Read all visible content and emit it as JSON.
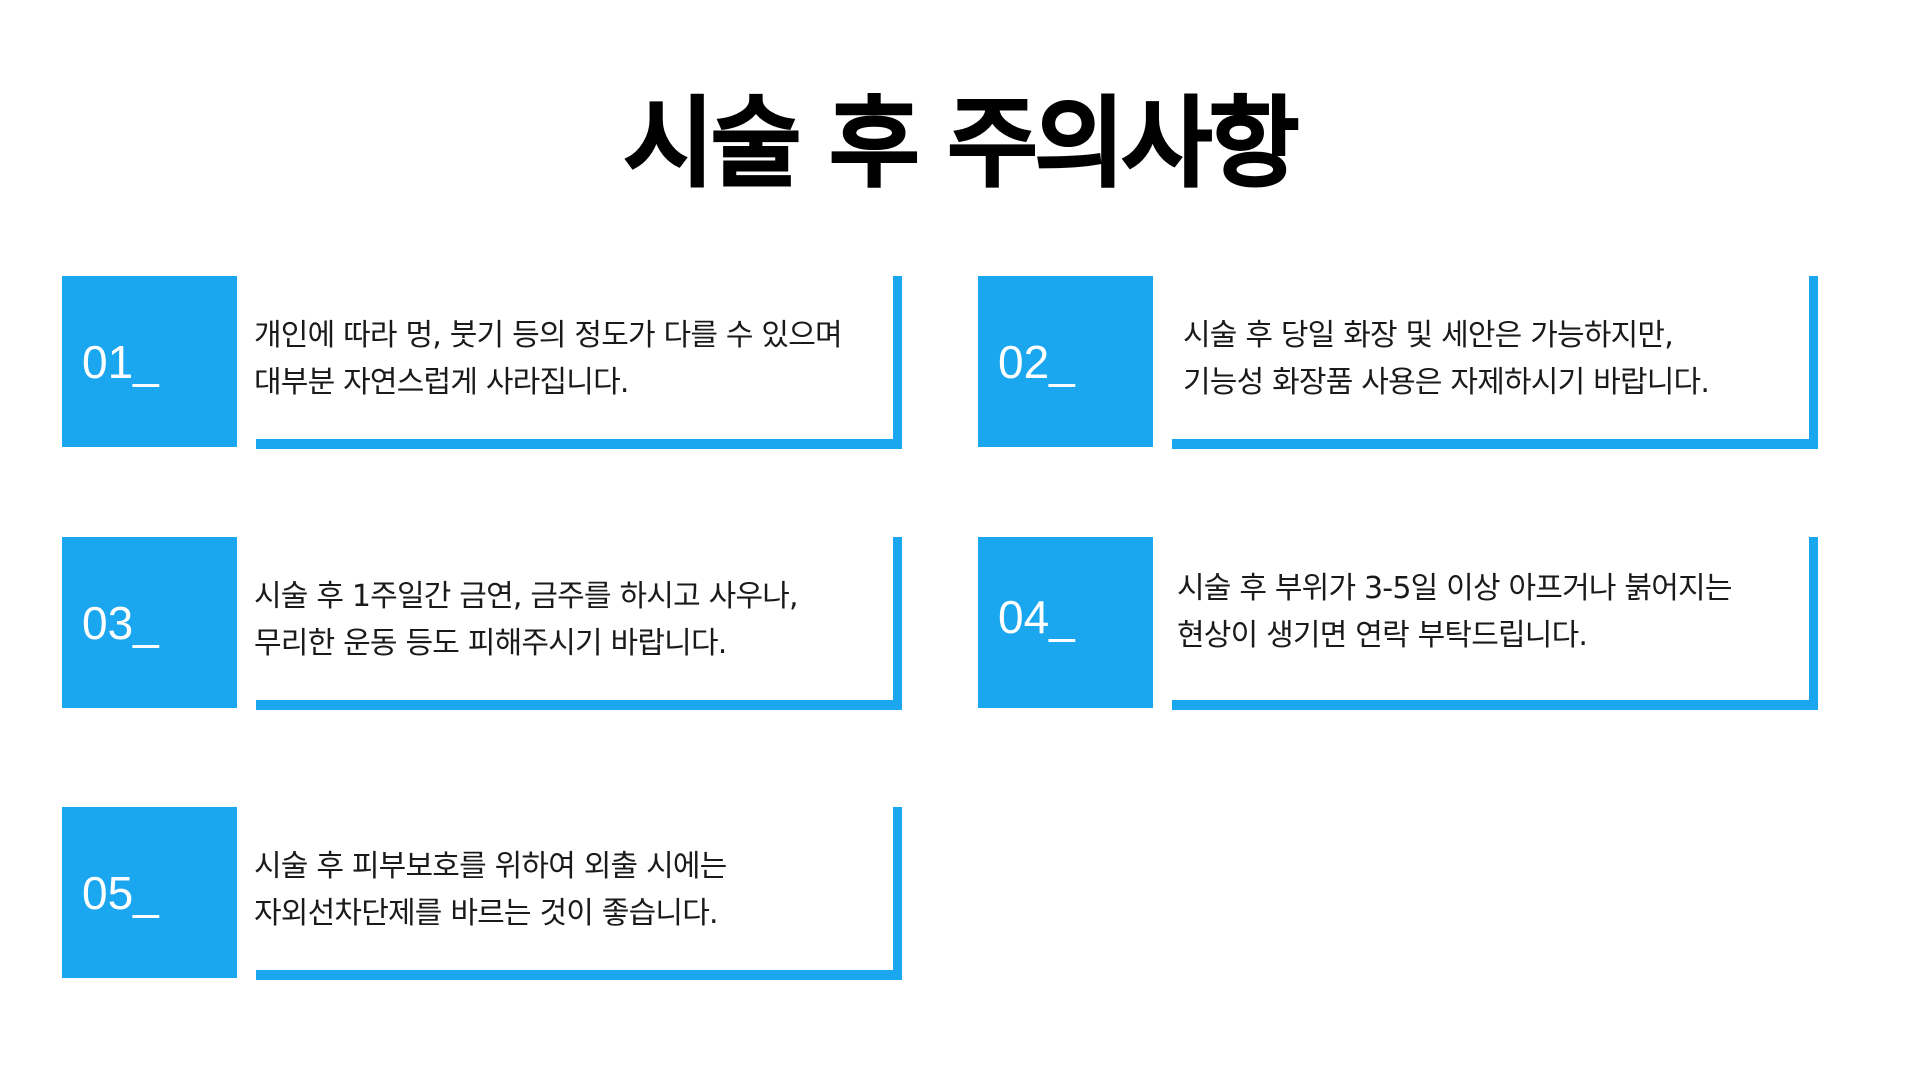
{
  "title": "시술 후 주의사항",
  "colors": {
    "accent": "#1ba7f0",
    "background": "#ffffff",
    "title_text": "#000000",
    "body_text": "#1a1a1a"
  },
  "items": [
    {
      "number": "01_",
      "lines": [
        "개인에 따라 멍, 붓기 등의 정도가 다를 수 있으며",
        "대부분 자연스럽게 사라집니다."
      ]
    },
    {
      "number": "02_",
      "lines": [
        "시술 후 당일 화장 및 세안은 가능하지만,",
        "기능성 화장품 사용은 자제하시기 바랍니다."
      ]
    },
    {
      "number": "03_",
      "lines": [
        "시술 후 1주일간 금연, 금주를 하시고 사우나,",
        "무리한 운동 등도 피해주시기 바랍니다."
      ]
    },
    {
      "number": "04_",
      "lines": [
        "시술 후 부위가 3-5일 이상 아프거나 붉어지는",
        "현상이 생기면 연락 부탁드립니다."
      ]
    },
    {
      "number": "05_",
      "lines": [
        "시술 후 피부보호를 위하여 외출 시에는",
        "자외선차단제를 바르는 것이 좋습니다."
      ]
    }
  ]
}
